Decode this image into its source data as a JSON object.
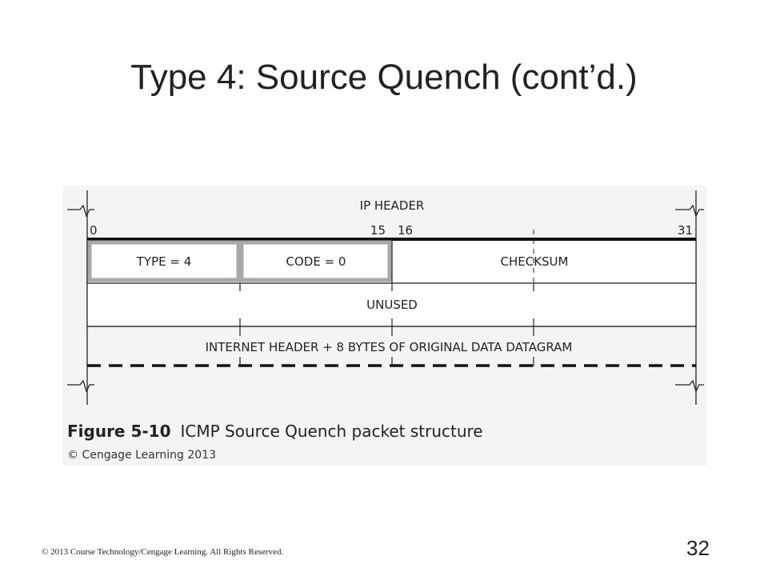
{
  "slide": {
    "title": "Type 4: Source Quench (cont’d.)",
    "page_number": "32",
    "footer": "© 2013 Course Technology/Cengage Learning. All Rights Reserved."
  },
  "figure": {
    "number": "Figure 5-10",
    "caption": "ICMP Source Quench packet structure",
    "credit": "© Cengage Learning 2013",
    "ip_header_label": "IP HEADER",
    "bit_labels": {
      "b0": "0",
      "b15": "15",
      "b16": "16",
      "b31": "31"
    },
    "fields": {
      "type": "TYPE = 4",
      "code": "CODE = 0",
      "checksum": "CHECKSUM",
      "unused": "UNUSED",
      "data": "INTERNET HEADER + 8 BYTES OF ORIGINAL DATA DATAGRAM"
    }
  }
}
